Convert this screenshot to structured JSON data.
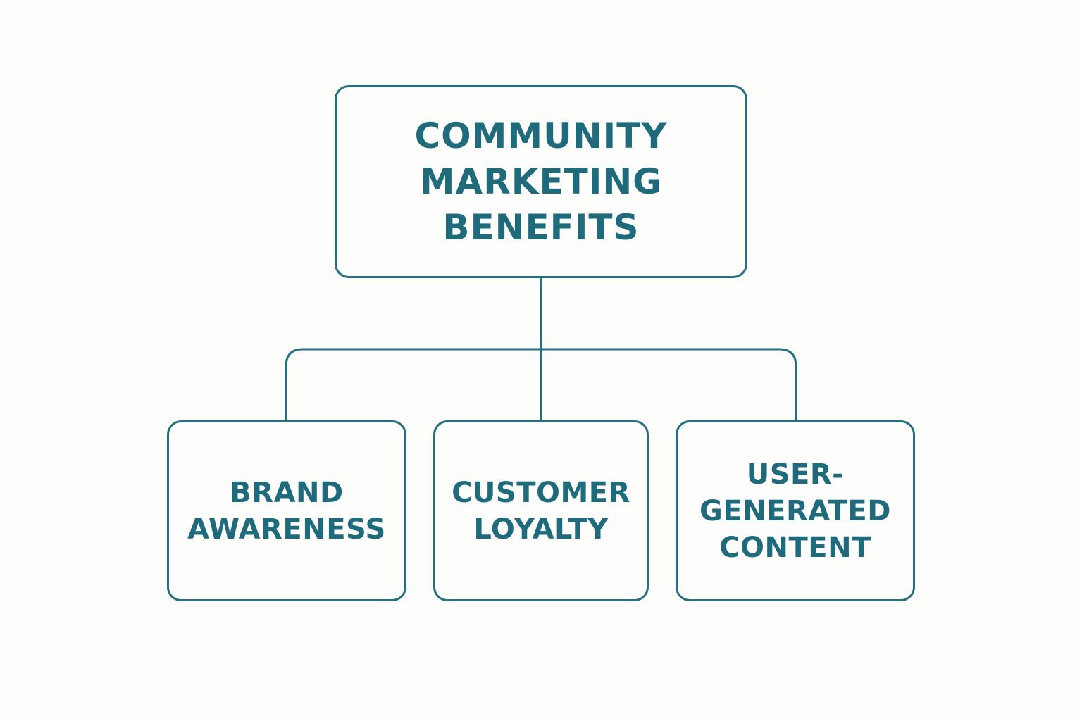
{
  "diagram": {
    "root": {
      "lines": [
        "COMMUNITY",
        "MARKETING",
        "BENEFITS"
      ]
    },
    "children": [
      {
        "lines": [
          "BRAND",
          "AWARENESS"
        ]
      },
      {
        "lines": [
          "CUSTOMER",
          "LOYALTY"
        ]
      },
      {
        "lines": [
          "USER-",
          "GENERATED",
          "CONTENT"
        ]
      }
    ]
  },
  "colors": {
    "stroke": "#256f80",
    "text": "#1f6b7c",
    "background": "#fdfdfb"
  }
}
